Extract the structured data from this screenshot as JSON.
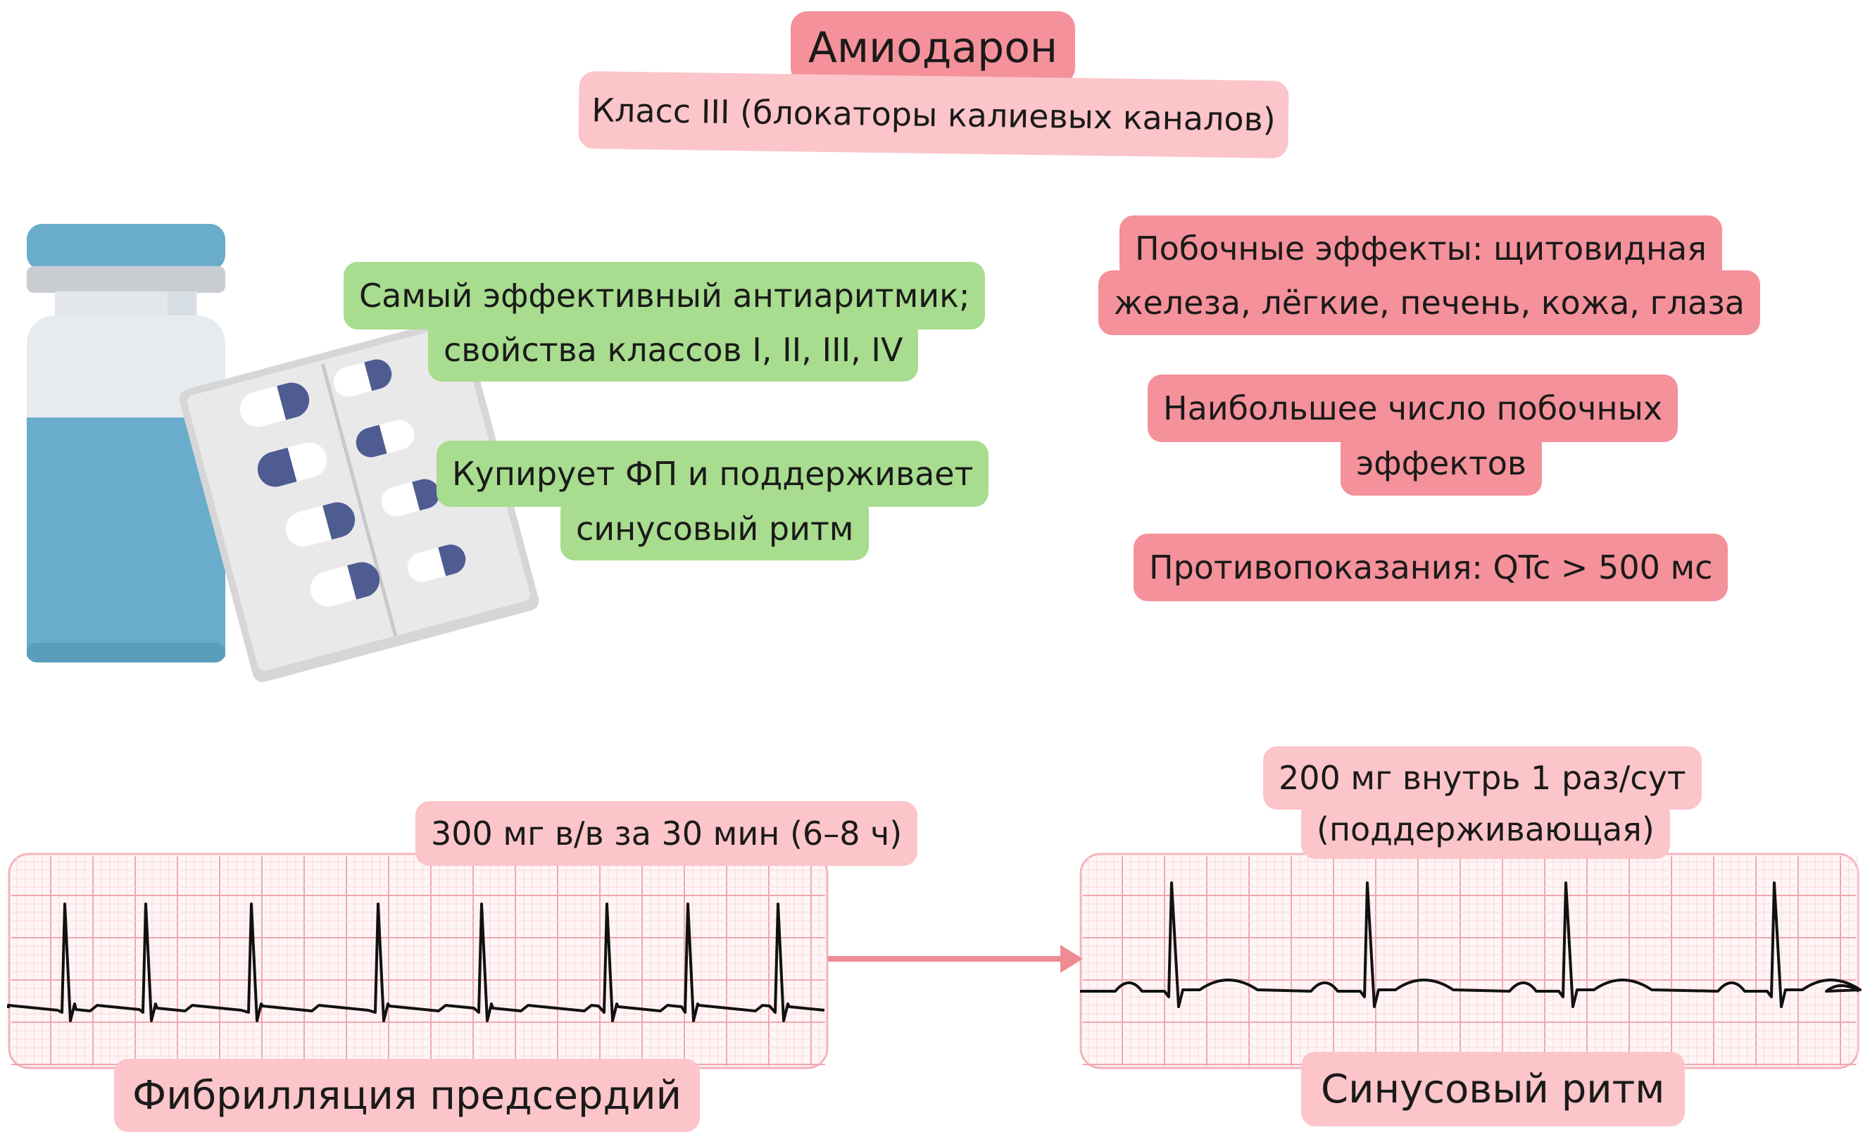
{
  "title": "Амиодарон",
  "subtitle": "Класс III (блокаторы калиевых каналов)",
  "benefits": {
    "efficacy": [
      "Самый эффективный антиаритмик;",
      "свойства классов I, II, III, IV"
    ],
    "action": [
      "Купирует ФП и поддерживает",
      "синусовый ритм"
    ]
  },
  "warnings": {
    "side_effects": [
      "Побочные эффекты: щитовидная",
      "железа, лёгкие, печень, кожа, глаза"
    ],
    "most_side_effects": [
      "Наибольшее число побочных",
      "эффектов"
    ],
    "contraindications": "Противопоказания: QTc > 500 мс"
  },
  "ecg_left": {
    "dose": "300 мг в/в за 30 мин (6–8 ч)",
    "caption": "Фибрилляция предсердий"
  },
  "ecg_right": {
    "dose": [
      "200 мг внутрь 1 раз/сут",
      "(поддерживающая)"
    ],
    "caption": "Синусовый ритм"
  },
  "colors": {
    "title_bg": "#f4919a",
    "subtitle_bg": "#fbc5ca",
    "benefit_bg": "#a8dc8e",
    "warning_bg": "#f4919a",
    "ecg_grid": "#f3b4bb",
    "arrow": "#f08a93",
    "vial_blue": "#6aaccb",
    "capsule_blue": "#4f5c92"
  },
  "icons": [
    "vial-icon",
    "pill-blister-icon",
    "arrow-right-icon"
  ]
}
